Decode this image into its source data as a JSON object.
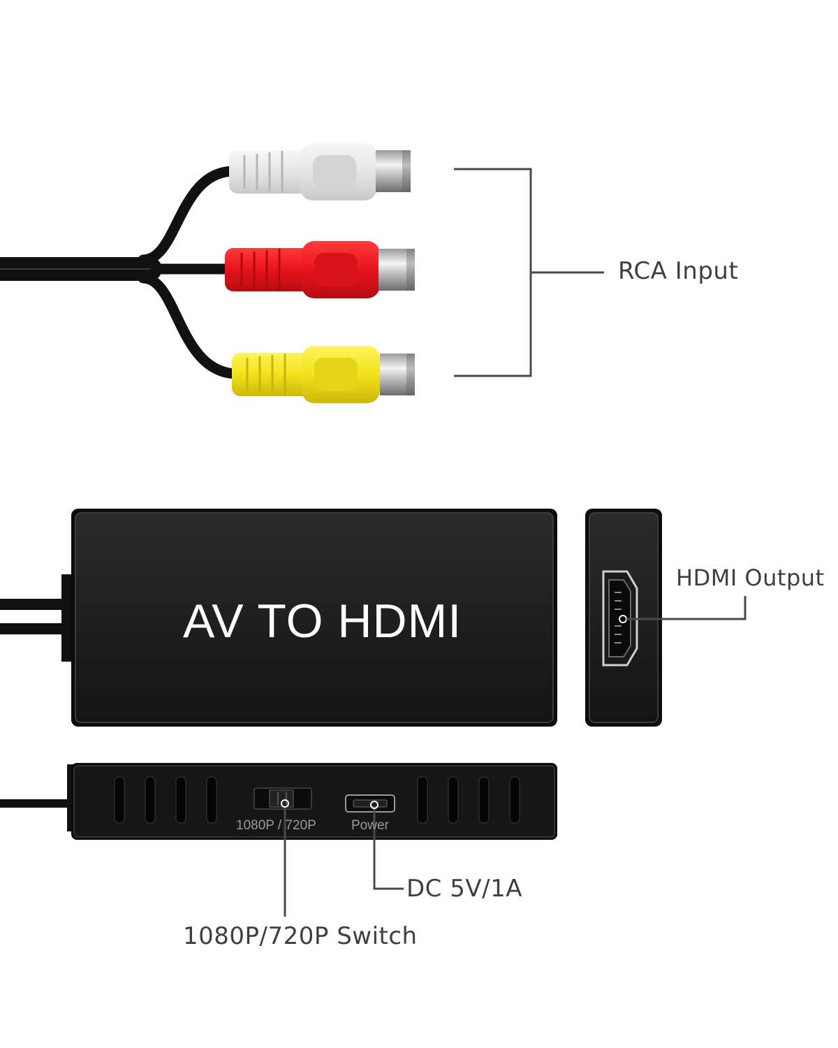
{
  "device": {
    "top_label": "AV TO HDMI",
    "switch_label": "1080P / 720P",
    "power_label": "Power"
  },
  "callouts": {
    "rca": "RCA Input",
    "hdmi": "HDMI Output",
    "dc": "DC 5V/1A",
    "switch": "1080P/720P Switch"
  },
  "colors": {
    "connector_white": "#e9e9e9",
    "connector_red": "#e8141c",
    "connector_yellow": "#f2e21a",
    "device_body": "#1b1b1b",
    "callout_line": "#4a4a4a"
  }
}
